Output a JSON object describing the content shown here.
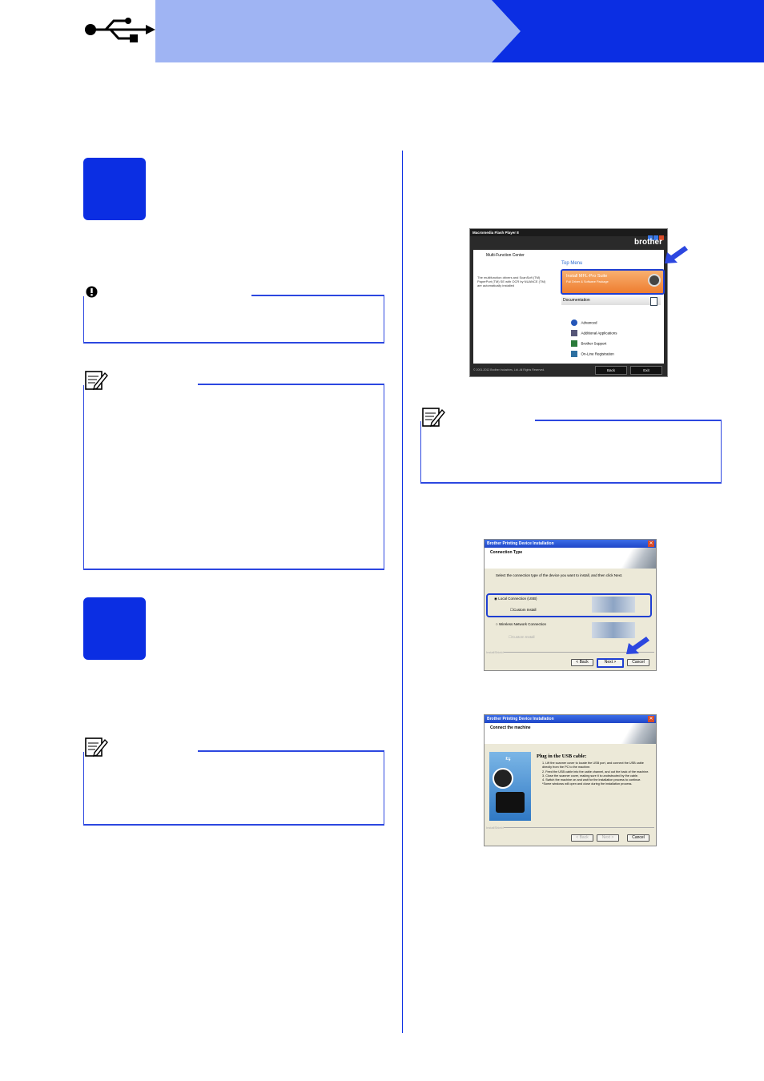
{
  "colors": {
    "header_light": "#9fb4f3",
    "header_dark": "#0b2ee3",
    "accent": "#2c47e0"
  },
  "header": {
    "icon": "usb-icon"
  },
  "notes": {
    "important_icon": "important-icon",
    "note_icon": "note-pencil-icon"
  },
  "flash_window": {
    "title": "Macromedia Flash Player 8",
    "brand": "brother",
    "left_title": "Multi-Function Center",
    "left_text": "The multifunction drivers and ScanSoft (TM) PaperPort (TM) SE with OCR by NUANCE (TM) are automatically installed",
    "top_menu": "Top Menu",
    "install_title": "Install MFL-Pro Suite",
    "install_sub": "Full Driver & Software Package",
    "documentation": "Documentation",
    "menu_items": [
      "Advanced",
      "Additional Applications",
      "Brother Support",
      "On-Line Registration"
    ],
    "menu_icons": [
      "advanced-icon",
      "applications-icon",
      "support-icon",
      "registration-icon"
    ],
    "copyright": "© 2001-2012 Brother Industries, Ltd. All Rights Reserved.",
    "back": "Back",
    "exit": "Exit"
  },
  "connection_dialog": {
    "title": "Brother Printing Device Installation",
    "heading": "Connection Type",
    "instruction": "Select the connection type of the device you want to install, and then click Next.",
    "local": "Local Connection (USB)",
    "custom1": "Custom Install",
    "wireless": "Wireless Network Connection",
    "custom2": "Custom Install",
    "installshield": "InstallShield",
    "back": "< Back",
    "next": "Next >",
    "cancel": "Cancel"
  },
  "connect_dialog": {
    "title": "Brother Printing Device Installation",
    "heading": "Connect the machine",
    "plug_title": "Plug in the USB cable:",
    "steps": [
      "1. Lift the scanner cover to locate the USB port, and connect the USB cable directly from the PC to the machine.",
      "2. Feed the USB cable into the cable channel, and out the back of the machine.",
      "3. Close the scanner cover, making sure it is unobstructed by the cable.",
      "4. Switch the machine on and wait for the installation process to continue.",
      "*Some windows will open and close during the installation process."
    ],
    "installshield": "InstallShield",
    "back": "< Back",
    "next": "Next >",
    "cancel": "Cancel"
  }
}
